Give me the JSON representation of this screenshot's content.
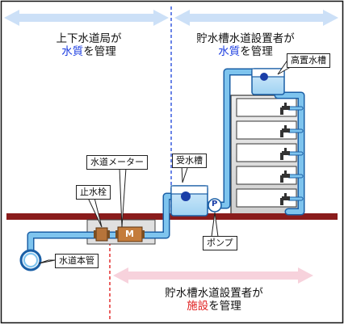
{
  "headers": {
    "left": {
      "line1": "上下水道局が",
      "key": "水質",
      "tail": "を管理"
    },
    "right": {
      "line1": "貯水槽水道設置者が",
      "key": "水質",
      "tail": "を管理"
    },
    "bottom": {
      "line1": "貯水槽水道設置者が",
      "key": "施設",
      "tail": "を管理"
    }
  },
  "labels": {
    "high_tank": "高置水槽",
    "receiving_tank": "受水槽",
    "water_meter": "水道メーター",
    "stop_valve": "止水栓",
    "pump": "ポンプ",
    "main_pipe": "水道本管"
  },
  "symbols": {
    "meter": "M",
    "pump": "P"
  },
  "colors": {
    "pipe": "#7ec4ee",
    "pipe_edge": "#1a5fa6",
    "ground": "#8a1c1c",
    "blue_arrow": "#cce0f7",
    "pink_arrow": "#f7d2dc",
    "key_blue": "#1a3be0",
    "key_red": "#e02020"
  }
}
